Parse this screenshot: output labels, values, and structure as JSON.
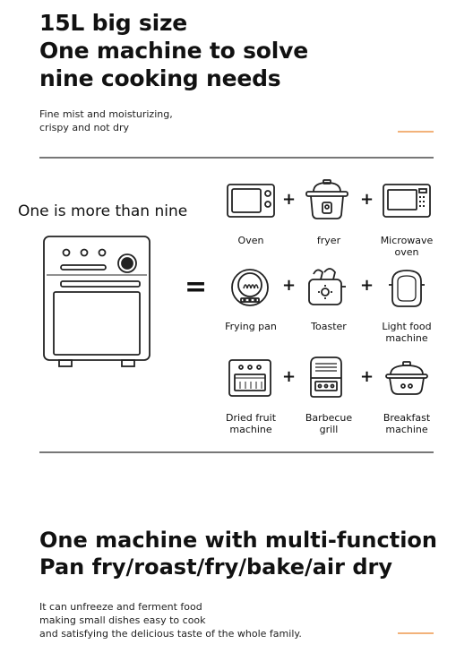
{
  "hero": {
    "title_lines": [
      "15L big size",
      "One machine to solve",
      "nine cooking needs"
    ],
    "subtitle_lines": [
      "Fine mist and moisturizing,",
      "crispy and not dry"
    ]
  },
  "combo": {
    "heading": "One is more than nine",
    "equals": "=",
    "plus": "+",
    "items": [
      {
        "label_lines": [
          "Oven"
        ],
        "icon": "oven-icon"
      },
      {
        "label_lines": [
          "fryer"
        ],
        "icon": "fryer-icon"
      },
      {
        "label_lines": [
          "Microwave",
          "oven"
        ],
        "icon": "microwave-icon"
      },
      {
        "label_lines": [
          "Frying pan"
        ],
        "icon": "frying-pan-icon"
      },
      {
        "label_lines": [
          "Toaster"
        ],
        "icon": "toaster-icon"
      },
      {
        "label_lines": [
          "Light food",
          "machine"
        ],
        "icon": "light-food-machine-icon"
      },
      {
        "label_lines": [
          "Dried fruit",
          "machine"
        ],
        "icon": "dried-fruit-machine-icon"
      },
      {
        "label_lines": [
          "Barbecue",
          "grill"
        ],
        "icon": "barbecue-grill-icon"
      },
      {
        "label_lines": [
          "Breakfast",
          "machine"
        ],
        "icon": "breakfast-machine-icon"
      }
    ]
  },
  "feature": {
    "title_lines": [
      "One machine with multi-function",
      "Pan fry/roast/fry/bake/air dry"
    ],
    "subtitle_lines": [
      "It can unfreeze and ferment food",
      "making small dishes easy to cook",
      "and satisfying the delicious taste of the whole family."
    ]
  },
  "colors": {
    "accent": "#f2b27a",
    "rule": "#777777",
    "text": "#111111"
  }
}
